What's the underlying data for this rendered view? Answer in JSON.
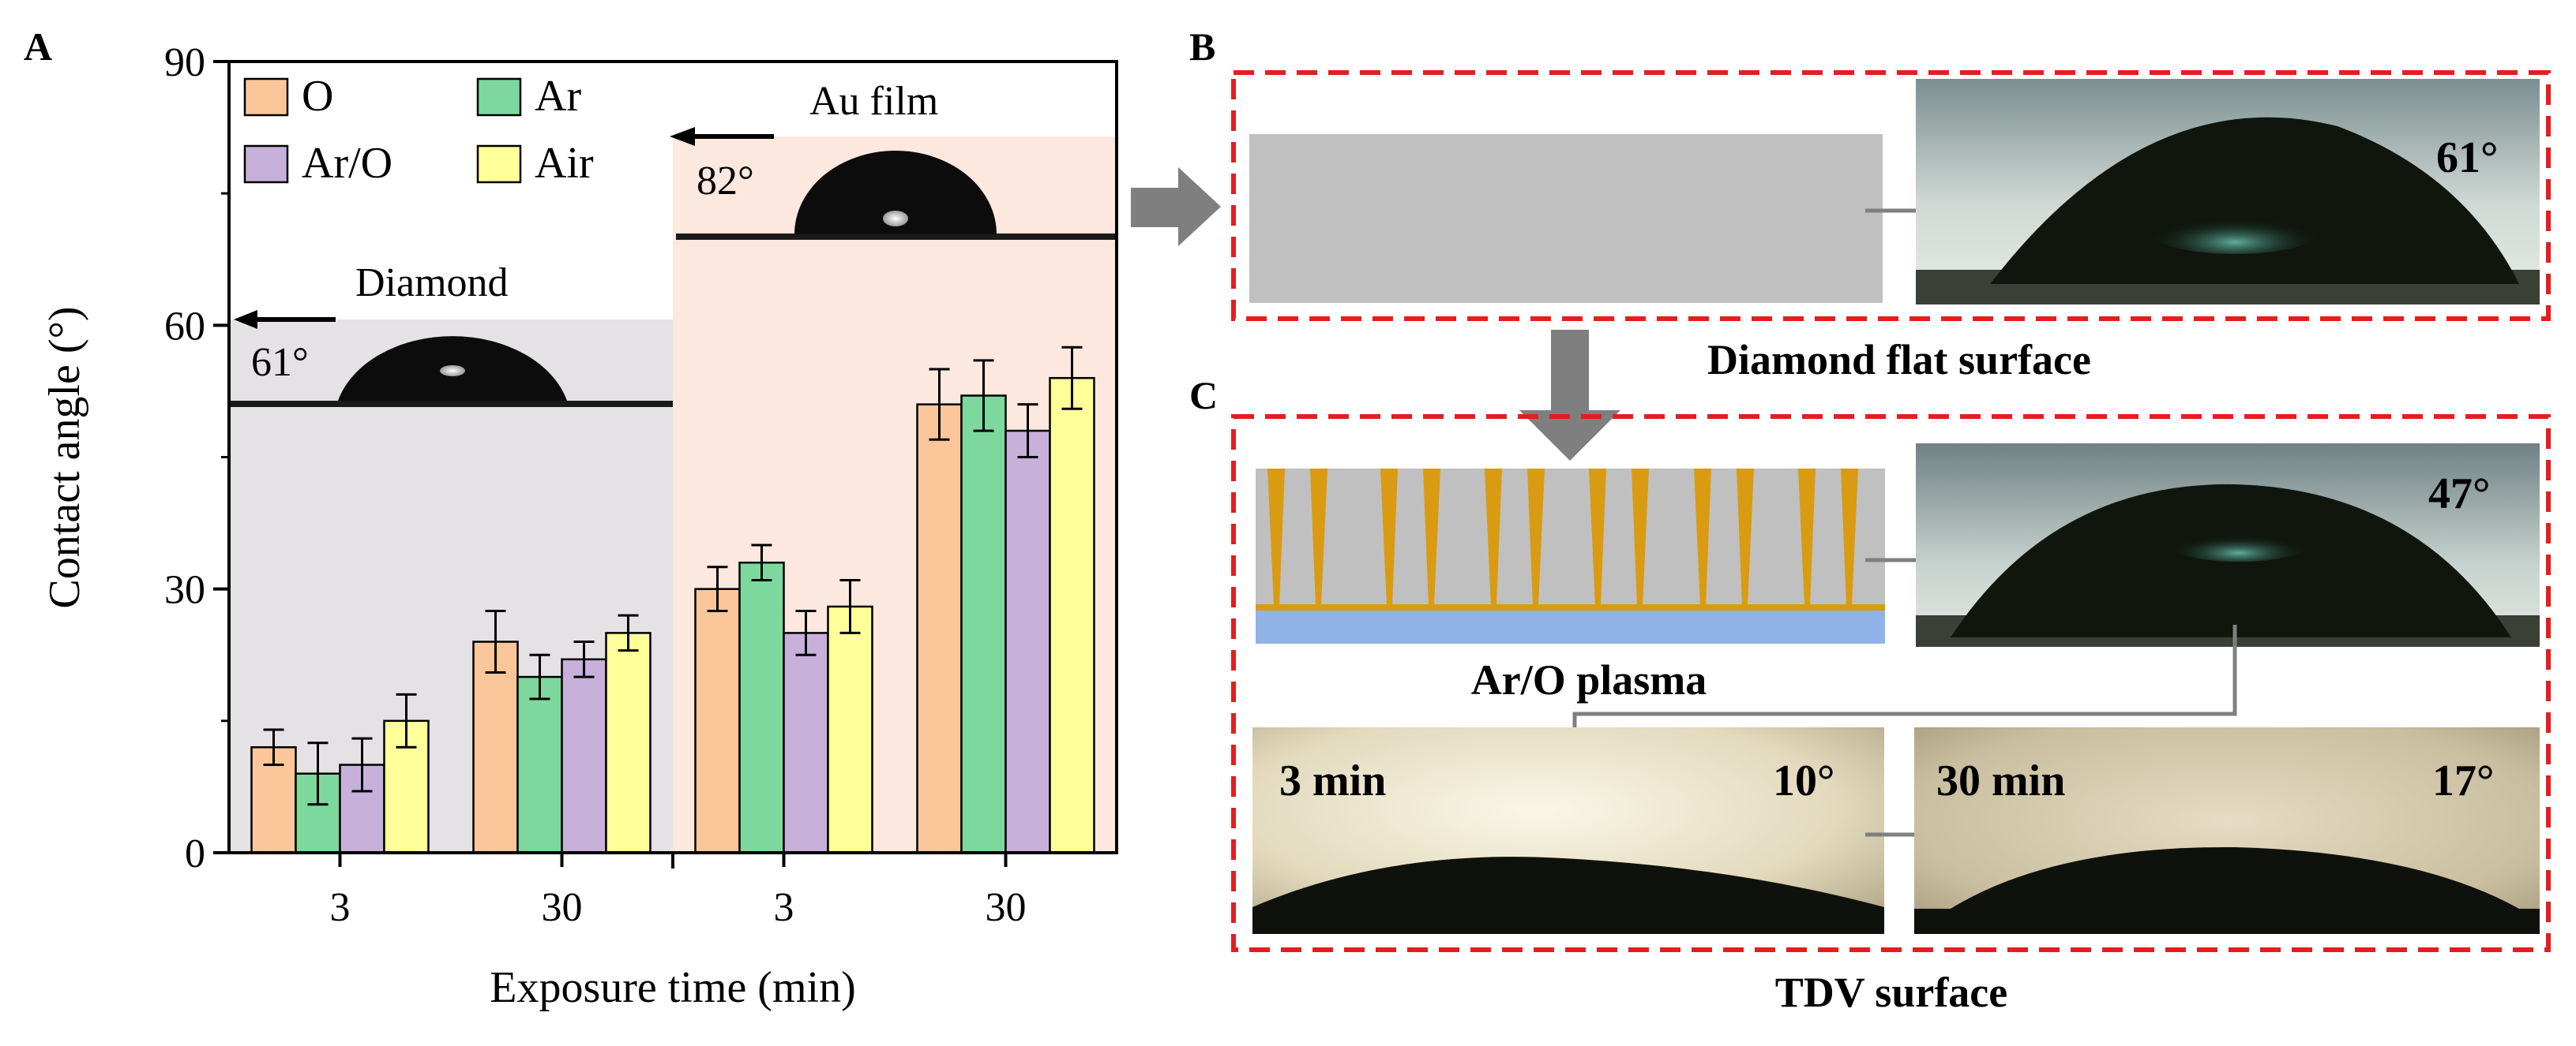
{
  "panels": {
    "a_label": "A",
    "b_label": "B",
    "c_label": "C"
  },
  "chart_data": {
    "type": "bar",
    "xlabel": "Exposure time (min)",
    "ylabel": "Contact angle (°)",
    "ylim": [
      0,
      90
    ],
    "yticks": [
      "0",
      "30",
      "60",
      "90"
    ],
    "categories": [
      "3",
      "30",
      "3",
      "30"
    ],
    "groups": [
      "Diamond",
      "Diamond",
      "Au film",
      "Au film"
    ],
    "series": [
      {
        "name": "O",
        "values": [
          12,
          24,
          30,
          51
        ],
        "errors": [
          2,
          3.5,
          2.5,
          4
        ],
        "color": "#FBC79A"
      },
      {
        "name": "Ar",
        "values": [
          9,
          20,
          33,
          52
        ],
        "errors": [
          3.5,
          2.5,
          2,
          4
        ],
        "color": "#7DD89E"
      },
      {
        "name": "Ar/O",
        "values": [
          10,
          22,
          25,
          48
        ],
        "errors": [
          3,
          2,
          2.5,
          3
        ],
        "color": "#C7B0DA"
      },
      {
        "name": "Air",
        "values": [
          15,
          25,
          28,
          54
        ],
        "errors": [
          3,
          2,
          3,
          3.5
        ],
        "color": "#FFFF99"
      }
    ],
    "legend": "top-left",
    "annotations": {
      "diamond_label": "Diamond",
      "diamond_angle": "61°",
      "diamond_angle_value": 61,
      "au_label": "Au film",
      "au_angle": "82°",
      "au_angle_value": 82,
      "diamond_bg": "#E4E2E5",
      "au_bg": "#FCE8DE"
    }
  },
  "panel_b": {
    "angle": "61°",
    "caption": "Diamond flat surface"
  },
  "panel_c": {
    "angle_plasma": "47°",
    "caption_plasma": "Ar/O plasma",
    "time_1": "3 min",
    "angle_1": "10°",
    "time_2": "30 min",
    "angle_2": "17°",
    "caption": "TDV surface"
  },
  "colors": {
    "dash_red": "#E41E1E",
    "arrow_gray": "#7F7F7F",
    "substrate_gray": "#C0C0C0",
    "gold": "#D99B12",
    "blue_base": "#8FB3E6"
  }
}
